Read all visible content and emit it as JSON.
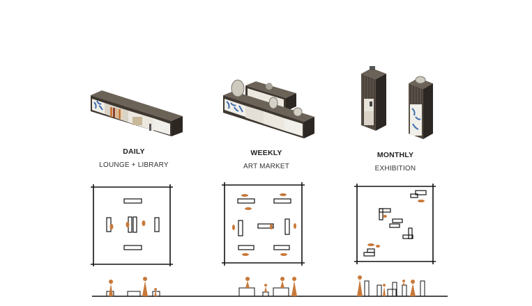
{
  "columns": [
    {
      "id": "daily",
      "title": "DAILY",
      "subtitle": "LOUNGE + LIBRARY"
    },
    {
      "id": "weekly",
      "title": "WEEKLY",
      "subtitle": "ART MARKET"
    },
    {
      "id": "monthly",
      "title": "MONTHLY",
      "subtitle": "EXHIBITION"
    }
  ],
  "colors": {
    "wood": "#4a423a",
    "wood_dark": "#2f2a25",
    "panel": "#e8e4dc",
    "art_blue": "#3f6fae",
    "figure": "#c8793a",
    "line": "#111111"
  }
}
